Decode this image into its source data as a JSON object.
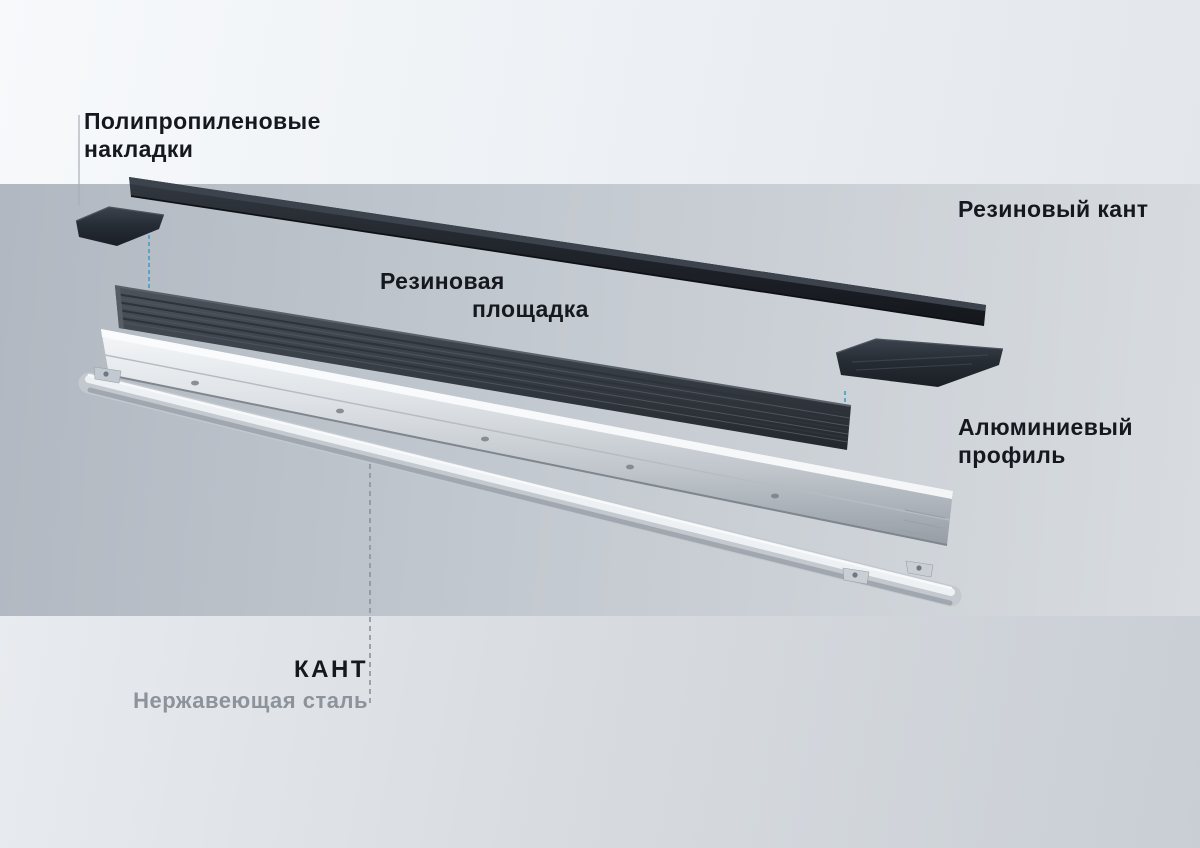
{
  "labels": {
    "polypropylene_pads": {
      "line1": "Полипропиленовые",
      "line2": "накладки"
    },
    "rubber_edge": {
      "text": "Резиновый кант"
    },
    "rubber_platform": {
      "line1": "Резиновая",
      "line2": "площадка"
    },
    "aluminum_profile": {
      "line1": "Алюминиевый",
      "line2": "профиль"
    },
    "steel_edge": {
      "title": "КАНТ",
      "subtitle": "Нержавеющая сталь"
    }
  },
  "parts": [
    "rubber-edge-strip",
    "polypropylene-pad-left",
    "polypropylene-pad-right",
    "rubber-platform",
    "aluminum-profile",
    "stainless-steel-kant"
  ],
  "colors": {
    "connector_blue": "#3f9ecb",
    "connector_gray": "#8b929a",
    "label_text": "#15181e",
    "label_muted": "#8d939b",
    "part_dark_rubber": "#23272e",
    "part_aluminum": "#c3c8ce",
    "part_steel": "#c9ced4",
    "band_middle": "#c3c9d0"
  }
}
